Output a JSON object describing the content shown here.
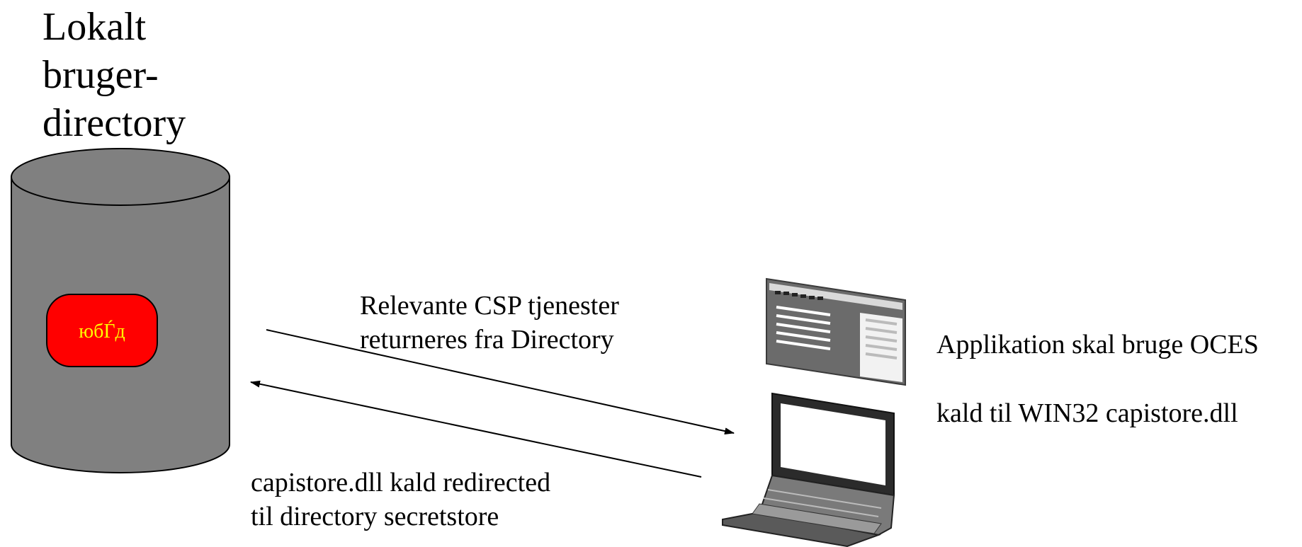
{
  "directory": {
    "title_lines": [
      "Lokalt",
      "bruger-",
      "directory"
    ],
    "badge_text": "юбЃд",
    "badge_color": "#ff0000",
    "badge_text_color": "#ffff00",
    "cylinder_color": "#808080"
  },
  "arrows": {
    "to_client_label_lines": [
      "Relevante CSP tjenester",
      "returneres fra Directory"
    ],
    "to_directory_label_lines": [
      "capistore.dll kald redirected",
      "til directory secretstore"
    ]
  },
  "client": {
    "line1": "Applikation skal bruge OCES",
    "line2": "kald til WIN32 capistore.dll",
    "icons": [
      "application-window-icon",
      "laptop-icon"
    ]
  }
}
